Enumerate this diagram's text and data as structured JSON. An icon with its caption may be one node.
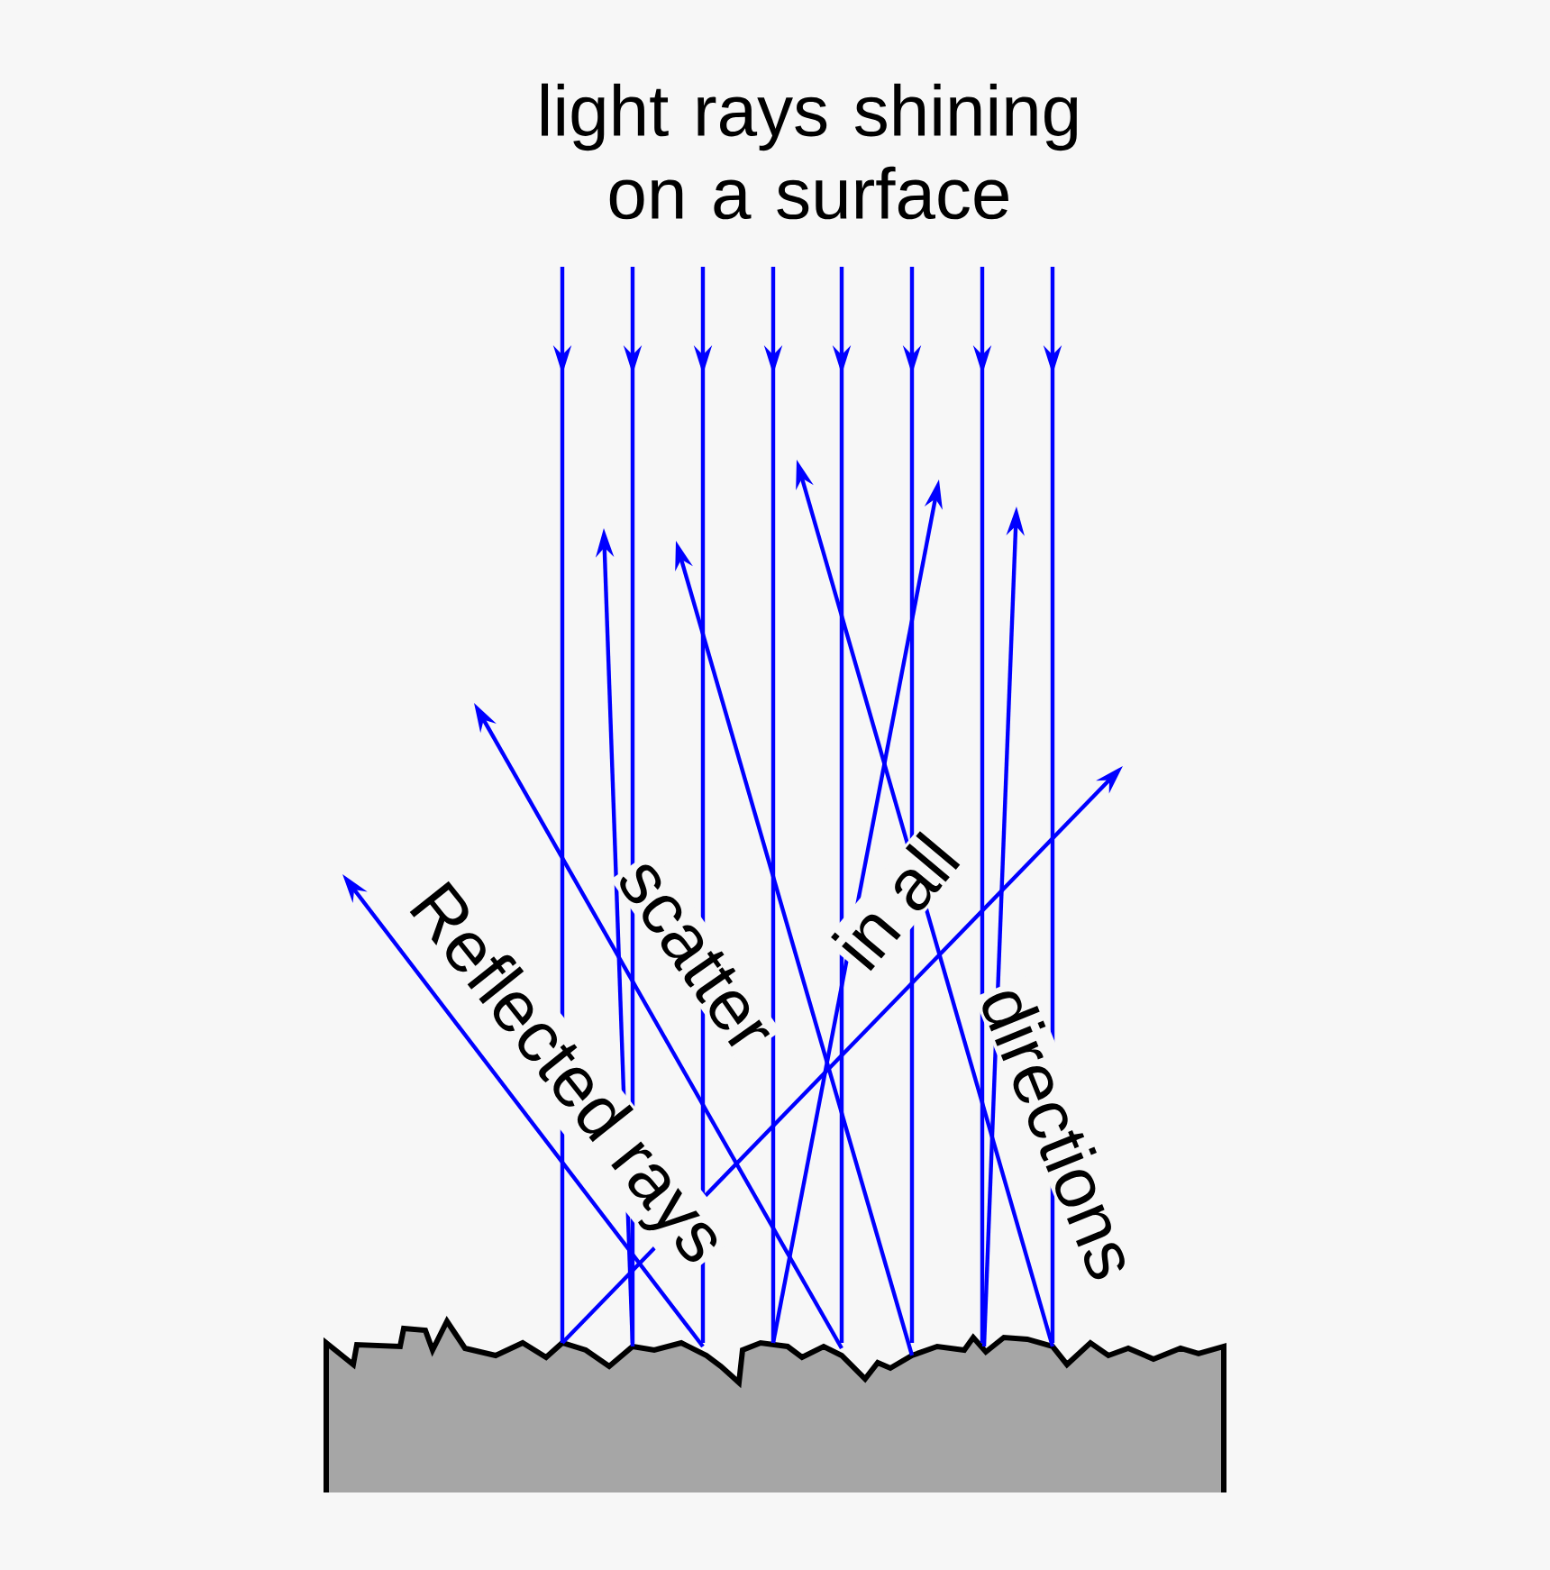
{
  "diagram": {
    "title": "light rays shining on a surface",
    "labels": [
      "Reflected rays",
      "scatter",
      "in all",
      "directions"
    ]
  }
}
